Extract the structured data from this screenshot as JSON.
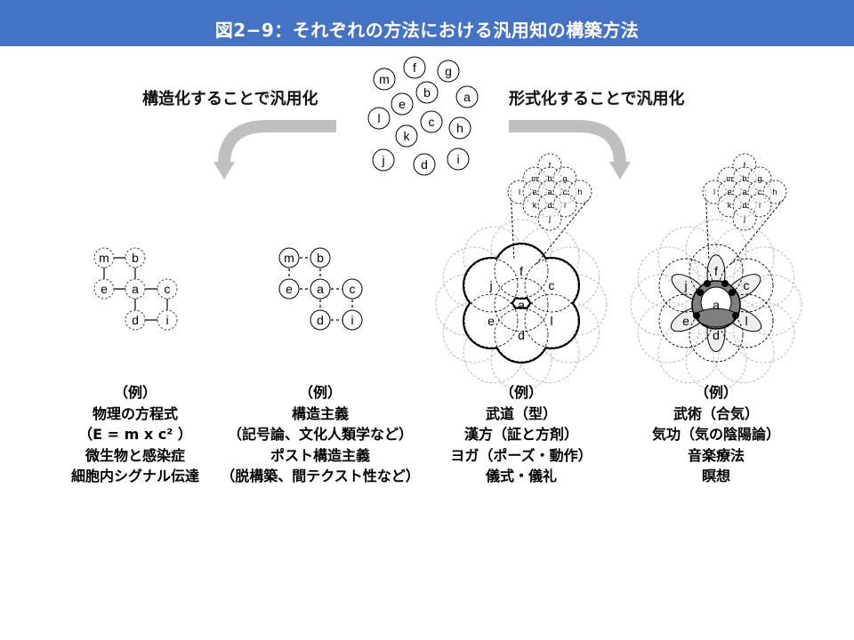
{
  "title": "図2−9：それぞれの方法における汎用知の構築方法",
  "left_label": "構造化することで汎用化",
  "right_label": "形式化することで汎用化",
  "cluster_nodes": [
    "m",
    "f",
    "g",
    "b",
    "a",
    "e",
    "l",
    "c",
    "h",
    "k",
    "j",
    "d",
    "i"
  ],
  "graph_nodes": [
    "m",
    "b",
    "e",
    "a",
    "c",
    "d",
    "i"
  ],
  "flower_nodes": [
    "f",
    "j",
    "c",
    "e",
    "l",
    "d",
    "a"
  ],
  "inset_nodes": [
    "f",
    "m",
    "b",
    "g",
    "l",
    "e",
    "a",
    "c",
    "h",
    "k",
    "d",
    "i",
    "j"
  ],
  "columns": [
    {
      "lines": [
        "（例）",
        "物理の方程式",
        "（E = m x c² ）",
        "微生物と感染症",
        "細胞内シグナル伝達"
      ]
    },
    {
      "lines": [
        "（例）",
        "構造主義",
        "（記号論、文化人類学など）",
        "ポスト構造主義",
        "（脱構築、間テクスト性など）"
      ]
    },
    {
      "lines": [
        "（例）",
        "武道（型）",
        "漢方（証と方剤）",
        "ヨガ（ポーズ・動作）",
        "儀式・儀礼"
      ]
    },
    {
      "lines": [
        "（例）",
        "武術（合気）",
        "気功（気の陰陽論）",
        "音楽療法",
        "瞑想"
      ]
    }
  ],
  "colors": {
    "title_bar": "#4472c4",
    "arrow": "#bfbfbf",
    "ring_dark": "#7f7f7f",
    "ring_black": "#000000",
    "petal_light": "#eeeeee"
  }
}
